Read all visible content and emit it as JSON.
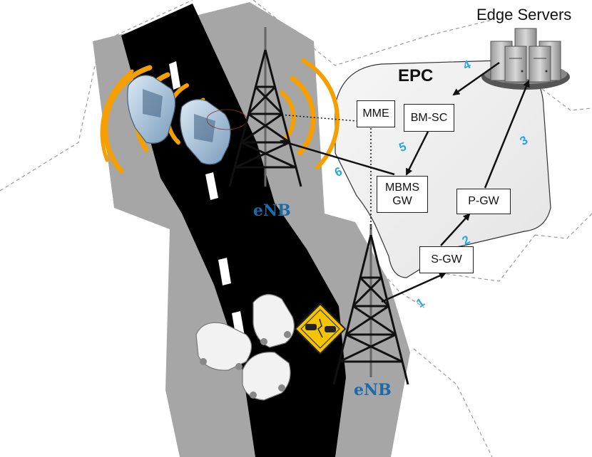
{
  "title": "Edge Servers",
  "core": {
    "label": "EPC",
    "nodes": {
      "mme": "MME",
      "bmsc": "BM-SC",
      "mbms_gw_line1": "MBMS",
      "mbms_gw_line2": "GW",
      "pgw": "P-GW",
      "sgw": "S-GW"
    }
  },
  "base_stations": {
    "top": "eNB",
    "bottom": "eNB"
  },
  "steps": [
    "1",
    "2",
    "3",
    "4",
    "5",
    "6"
  ],
  "colors": {
    "road": "#000000",
    "area": "#a6a6a6",
    "epc_fill": "#f1f1f1",
    "signal": "#f5a000",
    "step_number": "#2aa6e0",
    "enb_label": "#1d6aa8"
  },
  "icons": [
    "server-rack-icon",
    "cell-tower-icon",
    "car-icon",
    "collision-warning-icon"
  ]
}
